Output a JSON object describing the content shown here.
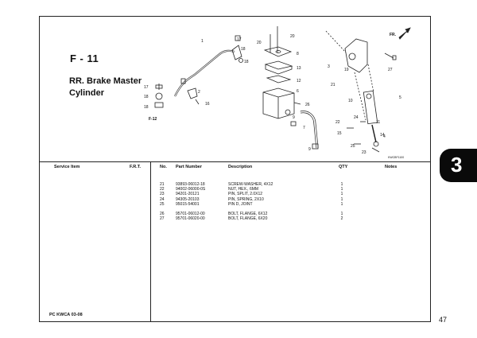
{
  "section": {
    "code": "F - 11",
    "title": "RR. Brake Master Cylinder"
  },
  "callouts": {
    "c1": "1",
    "c2": "2",
    "c3": "3",
    "c4": "4",
    "c5": "5",
    "c6": "6",
    "c7": "7",
    "c8": "8",
    "c9a": "9",
    "c9b": "9",
    "c10": "10",
    "c11": "11",
    "c12": "12",
    "c13": "13",
    "c14": "14",
    "c15": "15",
    "c16": "16",
    "c17a": "17",
    "c17b": "17",
    "c18a": "18",
    "c18b": "18",
    "c18c": "18",
    "c18d": "18",
    "c19": "19",
    "c20a": "20",
    "c20b": "20",
    "c21": "21",
    "c22": "22",
    "c23": "23",
    "c24": "24",
    "c25": "25",
    "c26": "26",
    "c27": "27",
    "ref": "F-12",
    "front": "FR.",
    "figcode": "KWCBF1100"
  },
  "table": {
    "headers": {
      "service_item": "Service Item",
      "frt": "F.R.T.",
      "no": "No.",
      "part_number": "Part Number",
      "description": "Description",
      "qty": "QTY",
      "notes": "Notes"
    },
    "rows": [
      {
        "no": "21",
        "part": "93893-06012-18",
        "desc": "SCREW-WASHER, 4X12",
        "qty": "1"
      },
      {
        "no": "22",
        "part": "94002-06000-0S",
        "desc": "NUT, HEX., 6MM",
        "qty": "1"
      },
      {
        "no": "23",
        "part": "94201-20121",
        "desc": "PIN, SPLIT, 2.0X12",
        "qty": "1"
      },
      {
        "no": "24",
        "part": "94305-20103",
        "desc": "PIN, SPRING, 2X10",
        "qty": "1"
      },
      {
        "no": "25",
        "part": "95015-54001",
        "desc": "PIN D, JOINT",
        "qty": "1"
      },
      {
        "no": "26",
        "part": "95701-06012-00",
        "desc": "BOLT, FLANGE, 6X12",
        "qty": "1"
      },
      {
        "no": "27",
        "part": "95701-06020-00",
        "desc": "BOLT, FLANGE, 6X20",
        "qty": "2"
      }
    ]
  },
  "footer": {
    "code": "PC KWCA 03-08",
    "page": "47",
    "chapter": "3"
  }
}
